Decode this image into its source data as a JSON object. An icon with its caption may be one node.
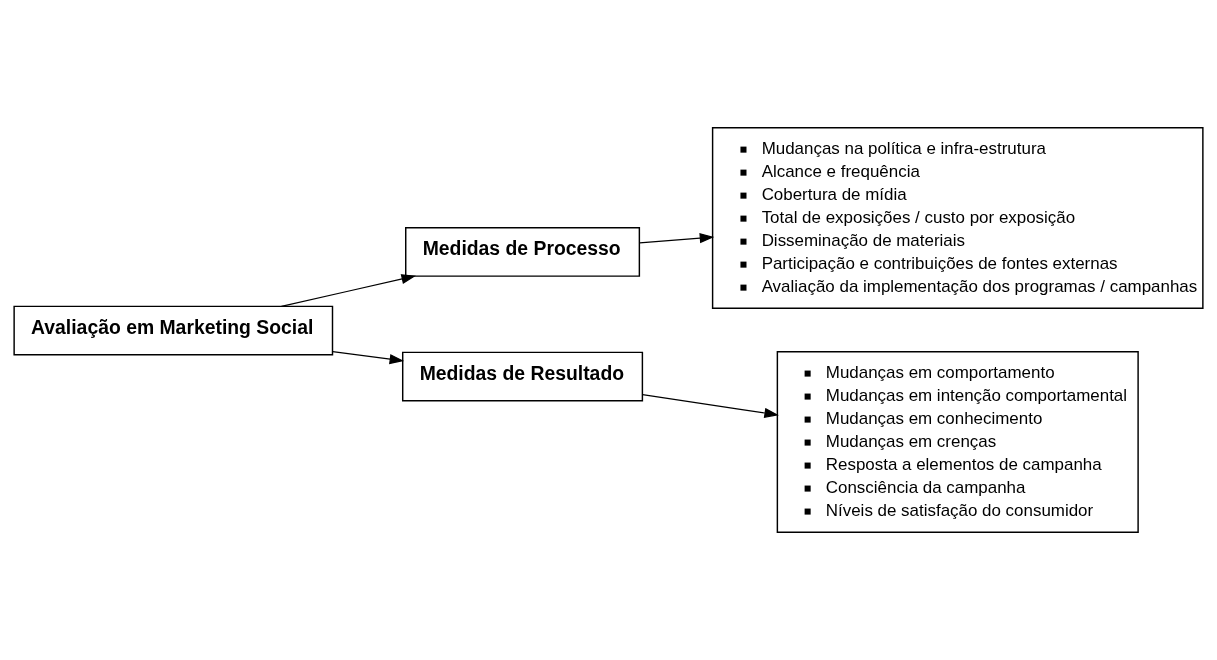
{
  "diagram": {
    "nodes": [
      {
        "text": [
          "Avaliação em Marketing Social"
        ]
      },
      {
        "text": [
          "Medidas de Processo"
        ]
      },
      {
        "text": [
          "Medidas de Resultado"
        ]
      },
      {
        "text": [
          "Mudanças na política e infra-estrutura",
          "Alcance e frequência",
          "Cobertura de mídia",
          "Total de exposições / custo por exposição",
          "Disseminação de materiais",
          "Participação e contribuições de fontes externas",
          "Avaliação da implementação dos programas / campanhas"
        ]
      },
      {
        "text": [
          "Mudanças em comportamento",
          "Mudanças em intenção comportamental",
          "Mudanças em conhecimento",
          "Mudanças em crenças",
          "Resposta a elementos de campanha",
          "Consciência da campanha",
          "Níveis de satisfação do consumidor"
        ]
      }
    ],
    "edges": [
      {
        "from": 0,
        "to": 1,
        "arrow": "to"
      },
      {
        "from": 0,
        "to": 2,
        "arrow": "to"
      },
      {
        "from": 1,
        "to": 3,
        "arrow": "to"
      },
      {
        "from": 2,
        "to": 4,
        "arrow": "to"
      }
    ]
  }
}
